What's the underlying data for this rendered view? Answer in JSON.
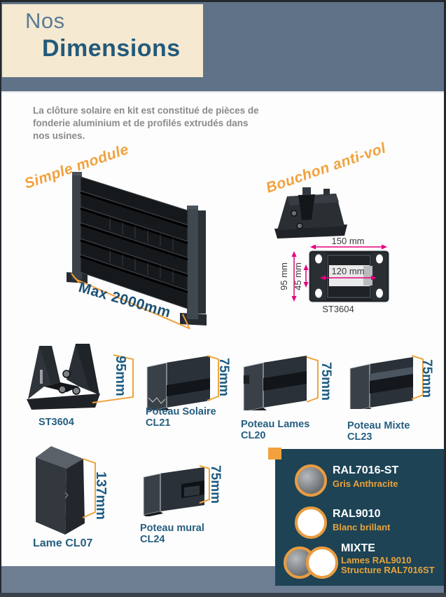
{
  "header": {
    "title_line1": "Nos",
    "title_line2": "Dimensions"
  },
  "intro": {
    "lines": [
      "La clôture solaire en kit est constitué de pièces de",
      "fonderie aluminium et de profilés extrudés dans",
      "nos usines."
    ]
  },
  "annotations": {
    "simple_module": "Simple module",
    "anti_theft_cap": "Bouchon anti-vol",
    "max_width": "Max 2000mm"
  },
  "diagram": {
    "outer_width": "150 mm",
    "inner_width": "120 mm",
    "outer_height": "95 mm",
    "inner_height": "45 mm",
    "part_number": "ST3604"
  },
  "products": [
    {
      "id": "st3604",
      "name": "ST3604",
      "dimension": "95mm"
    },
    {
      "id": "cl21",
      "name_line1": "Poteau Solaire",
      "name_line2": "CL21",
      "dimension": "75mm"
    },
    {
      "id": "cl20",
      "name_line1": "Poteau Lames",
      "name_line2": "CL20",
      "dimension": "75mm"
    },
    {
      "id": "cl23",
      "name_line1": "Poteau Mixte",
      "name_line2": "CL23",
      "dimension": "75mm"
    },
    {
      "id": "cl07",
      "name": "Lame CL07",
      "dimension": "137mm"
    },
    {
      "id": "cl24",
      "name_line1": "Poteau mural",
      "name_line2": "CL24",
      "dimension": "75mm"
    }
  ],
  "colors_panel": {
    "swatches": [
      {
        "code": "RAL7016-ST",
        "description": "Gris Anthracite"
      },
      {
        "code": "RAL9010",
        "description": "Blanc brillant"
      },
      {
        "code": "MIXTE",
        "description_line1": "Lames RAL9010",
        "description_line2": "Structure RAL7016ST"
      }
    ]
  },
  "palette": {
    "accent_orange": "#f2a13d",
    "dimension_magenta": "#e6007e",
    "slate_band": "#5f7288",
    "cream": "#f6e9d1",
    "panel_teal": "#1d4355",
    "label_blue": "#255e80",
    "dim_label_blue": "#1d5c82"
  }
}
